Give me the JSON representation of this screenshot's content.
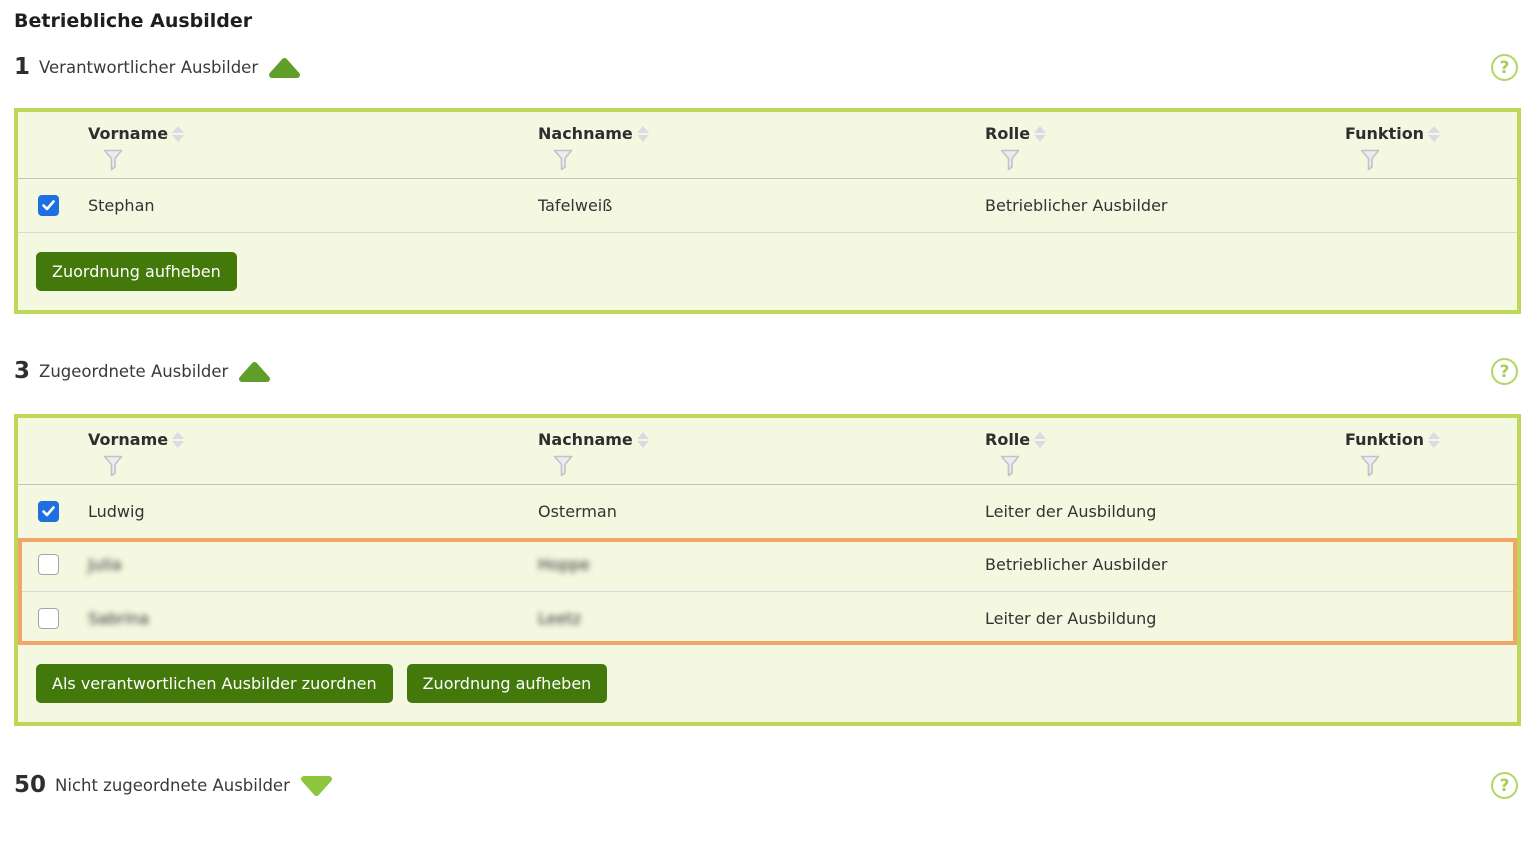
{
  "page": {
    "title": "Betriebliche Ausbilder"
  },
  "columns": [
    {
      "label": "Vorname"
    },
    {
      "label": "Nachname"
    },
    {
      "label": "Rolle"
    },
    {
      "label": "Funktion"
    }
  ],
  "sections": [
    {
      "count": "1",
      "label": "Verantwortlicher Ausbilder",
      "state": "expanded",
      "rows": [
        {
          "checked": true,
          "vorname": "Stephan",
          "nachname": "Tafelweiß",
          "rolle": "Betrieblicher Ausbilder",
          "funktion": ""
        }
      ],
      "buttons": [
        {
          "label": "Zuordnung aufheben"
        }
      ]
    },
    {
      "count": "3",
      "label": "Zugeordnete Ausbilder",
      "state": "expanded",
      "rows": [
        {
          "checked": true,
          "vorname": "Ludwig",
          "nachname": "Osterman",
          "rolle": "Leiter der Ausbildung",
          "funktion": "",
          "blurred": false
        },
        {
          "checked": false,
          "vorname": "Julia",
          "nachname": "Hoppe",
          "rolle": "Betrieblicher Ausbilder",
          "funktion": "",
          "blurred": true
        },
        {
          "checked": false,
          "vorname": "Sabrina",
          "nachname": "Leetz",
          "rolle": "Leiter der Ausbildung",
          "funktion": "",
          "blurred": true
        }
      ],
      "buttons": [
        {
          "label": "Als verantwortlichen Ausbilder zuordnen"
        },
        {
          "label": "Zuordnung aufheben"
        }
      ]
    },
    {
      "count": "50",
      "label": "Nicht zugeordnete Ausbilder",
      "state": "collapsed"
    }
  ],
  "icons": {
    "help": "?",
    "collapse": "triangle-up",
    "expand": "triangle-down"
  },
  "colors": {
    "table_border": "#bdd75b",
    "table_bg": "#f4f8e0",
    "button_green": "#42790a",
    "highlight_orange": "#f2a567",
    "triangle_up": "#5f9e28",
    "triangle_down": "#8ec63f",
    "checkbox_blue": "#1e6fe0",
    "help_green": "#aed05e"
  }
}
